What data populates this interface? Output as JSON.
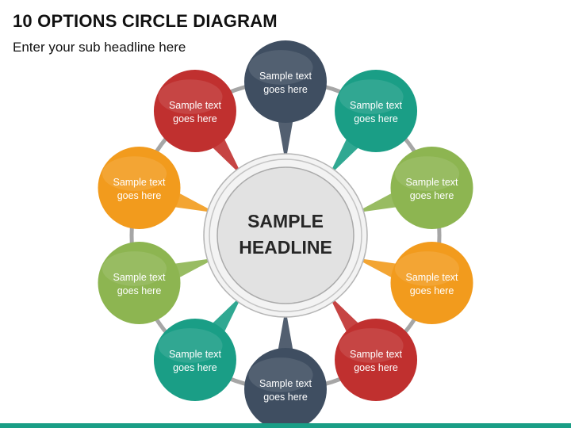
{
  "header": {
    "title": "10 OPTIONS CIRCLE DIAGRAM",
    "subtitle": "Enter your sub headline here"
  },
  "center": {
    "line1": "SAMPLE",
    "line2": "HEADLINE"
  },
  "options": [
    {
      "line1": "Sample text",
      "line2": "goes here",
      "color": "#3f4e61"
    },
    {
      "line1": "Sample text",
      "line2": "goes here",
      "color": "#1a9e86"
    },
    {
      "line1": "Sample text",
      "line2": "goes here",
      "color": "#8db551"
    },
    {
      "line1": "Sample text",
      "line2": "goes here",
      "color": "#f29b1d"
    },
    {
      "line1": "Sample text",
      "line2": "goes here",
      "color": "#c0302f"
    },
    {
      "line1": "Sample text",
      "line2": "goes here",
      "color": "#3f4e61"
    },
    {
      "line1": "Sample text",
      "line2": "goes here",
      "color": "#1a9e86"
    },
    {
      "line1": "Sample text",
      "line2": "goes here",
      "color": "#8db551"
    },
    {
      "line1": "Sample text",
      "line2": "goes here",
      "color": "#f29b1d"
    },
    {
      "line1": "Sample text",
      "line2": "goes here",
      "color": "#c0302f"
    }
  ],
  "colors": {
    "ring": "#a6a6a6",
    "center_fill": "#e3e3e3",
    "footer": "#1a9e86"
  }
}
